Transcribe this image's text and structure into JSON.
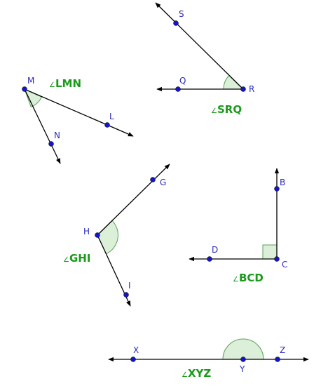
{
  "angles": [
    {
      "key": "lmn",
      "name": "LMN",
      "symbol": "∠",
      "vertex": "M",
      "rays": [
        "L",
        "N"
      ]
    },
    {
      "key": "srq",
      "name": "SRQ",
      "symbol": "∠",
      "vertex": "R",
      "rays": [
        "S",
        "Q"
      ]
    },
    {
      "key": "ghi",
      "name": "GHI",
      "symbol": "∠",
      "vertex": "H",
      "rays": [
        "G",
        "I"
      ]
    },
    {
      "key": "bcd",
      "name": "BCD",
      "symbol": "∠",
      "vertex": "C",
      "rays": [
        "B",
        "D"
      ]
    },
    {
      "key": "xyz",
      "name": "XYZ",
      "symbol": "∠",
      "vertex": "Y",
      "rays": [
        "X",
        "Z"
      ]
    }
  ],
  "points": {
    "M": "M",
    "L": "L",
    "N": "N",
    "S": "S",
    "R": "R",
    "Q": "Q",
    "G": "G",
    "H": "H",
    "I": "I",
    "B": "B",
    "C": "C",
    "D": "D",
    "X": "X",
    "Y": "Y",
    "Z": "Z"
  },
  "colors": {
    "points": "#1515c8",
    "labels": "#2b2bbf",
    "angle_names": "#1a9a1a",
    "angle_fill": "#dcefd8"
  }
}
